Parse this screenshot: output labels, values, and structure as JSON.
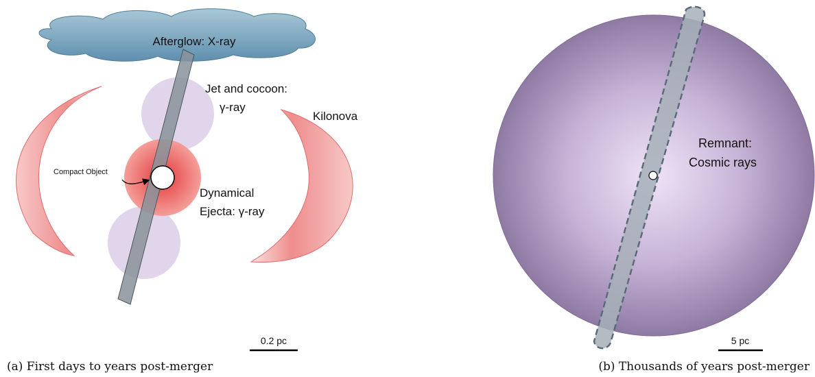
{
  "panel_a": {
    "afterglow_label": "Afterglow: X-ray",
    "jet_label_line1": "Jet and cocoon:",
    "jet_label_line2": "γ-ray",
    "kilonova_label": "Kilonova",
    "compact_object_label": "Compact Object",
    "ejecta_label_line1": "Dynamical",
    "ejecta_label_line2": "Ejecta: γ-ray",
    "scale_label": "0.2 pc",
    "caption": "(a) First days to years post-merger"
  },
  "panel_b": {
    "remnant_label_line1": "Remnant:",
    "remnant_label_line2": "Cosmic rays",
    "scale_label": "5 pc",
    "caption": "(b) Thousands of years post-merger"
  },
  "colors": {
    "cloud": "#7fa7bd",
    "lobe": "#ddd0e8",
    "jet": "#8a939b",
    "kilonova": "#ef8c8c",
    "ejecta": "#e85a5a",
    "remnant": "#9a86ad"
  }
}
